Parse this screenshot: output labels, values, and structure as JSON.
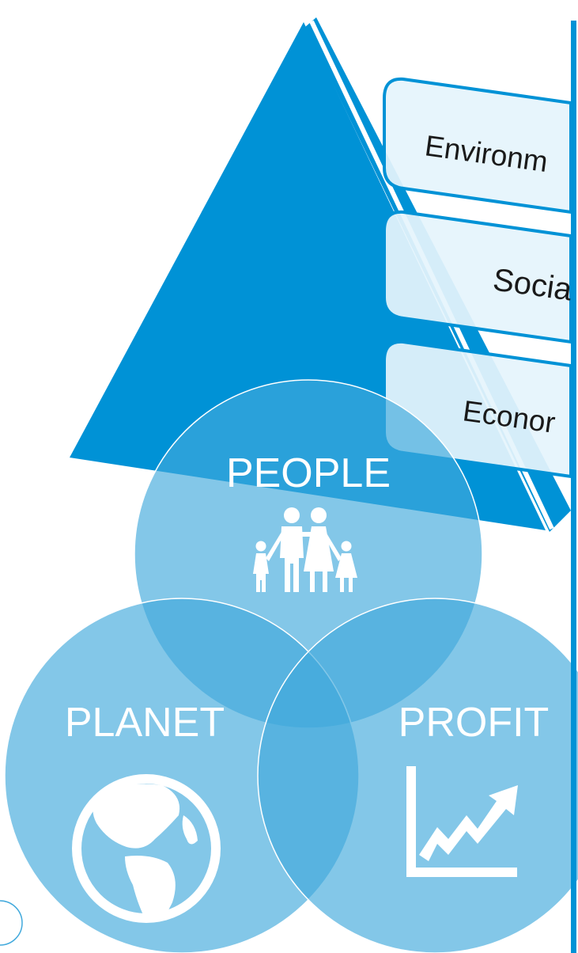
{
  "pyramid": {
    "layers": [
      {
        "label": "Environm"
      },
      {
        "label": "Socia"
      },
      {
        "label": "Econor"
      }
    ]
  },
  "venn": {
    "circles": [
      {
        "label": "PEOPLE",
        "icon": "family-icon"
      },
      {
        "label": "PLANET",
        "icon": "globe-icon"
      },
      {
        "label": "PROFIT",
        "icon": "growth-chart-icon"
      }
    ]
  },
  "colors": {
    "pyramid_blue": "#0092d6",
    "circle_fill": "#41a9dc",
    "pill_fill": "#e5f4fc",
    "pill_border": "#0092d6",
    "divider": "#0092d6"
  }
}
